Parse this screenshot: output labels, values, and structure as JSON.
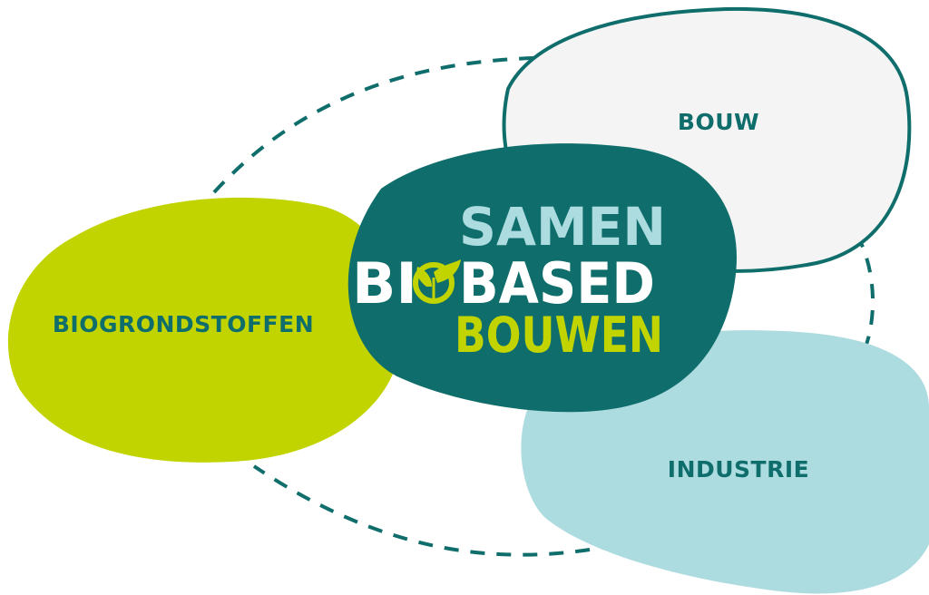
{
  "colors": {
    "teal_dark": "#0f6e6b",
    "lime": "#c2d400",
    "light_blue": "#acdbe0",
    "light_gray": "#f4f4f4",
    "white": "#ffffff"
  },
  "logo": {
    "line1": "SAMEN",
    "line2_left": "BI",
    "line2_right": "BASED",
    "line3": "BOUWEN",
    "emblem": "leaf-o-icon"
  },
  "nodes": {
    "bouw": "BOUW",
    "biogrondstoffen": "BIOGRONDSTOFFEN",
    "industrie": "INDUSTRIE"
  },
  "connector": "dashed-circle"
}
